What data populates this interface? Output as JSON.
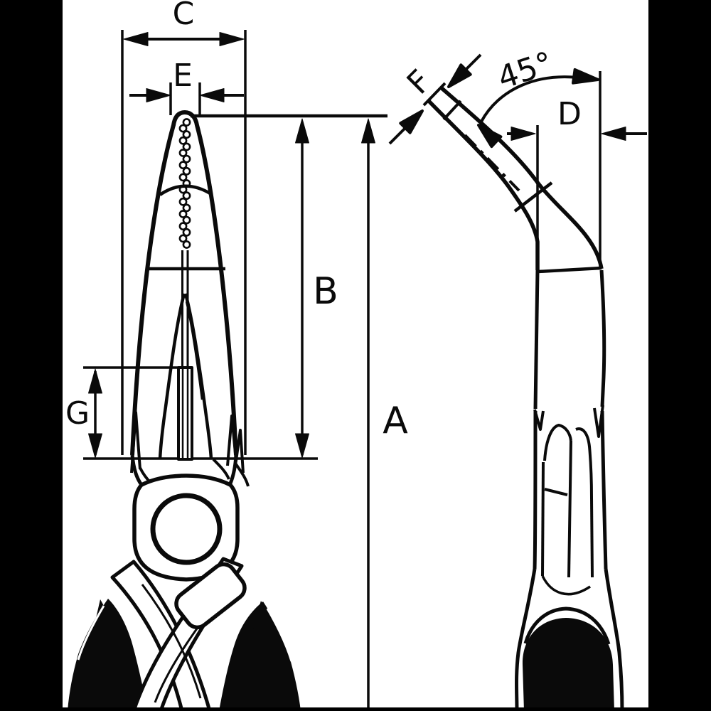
{
  "labels": {
    "overall_length": "A",
    "jaw_length": "B",
    "head_width": "C",
    "tip_offset": "D",
    "tip_width": "E",
    "tip_thickness": "F",
    "joint_box_length": "G",
    "bend_angle": "45°"
  },
  "colors": {
    "ink": "#0a0a0a",
    "paper": "#ffffff",
    "frame": "#000000"
  }
}
